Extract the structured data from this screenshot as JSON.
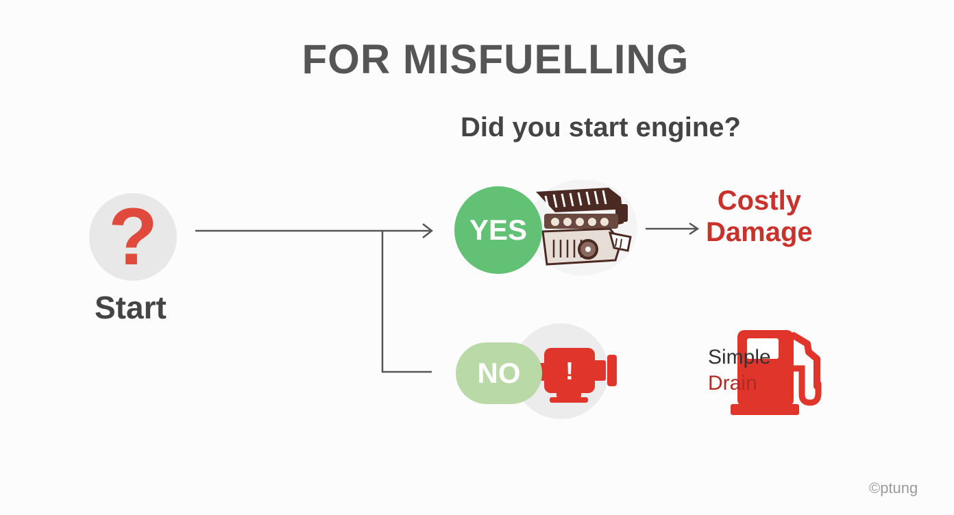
{
  "title": "FOR MISFUELLING",
  "question": "Did you start engine?",
  "start": {
    "symbol": "?",
    "label": "Start"
  },
  "yes_branch": {
    "label": "YES",
    "icon": "engine-icon",
    "outcome_line1": "Costly",
    "outcome_line2": "Damage"
  },
  "no_branch": {
    "label": "NO",
    "icon": "engine-alert-icon",
    "alert_symbol": "!",
    "outcome_line1": "Simple",
    "outcome_line2": "Drain",
    "outcome_icon": "fuel-pump-icon"
  },
  "watermark": "©ptung",
  "colors": {
    "title_text": "#555555",
    "yes_green": "#62c174",
    "no_green": "#b9d9a6",
    "alert_red": "#e0352b",
    "question_mark": "#e04a3c",
    "outcome_red": "#c8322b"
  }
}
